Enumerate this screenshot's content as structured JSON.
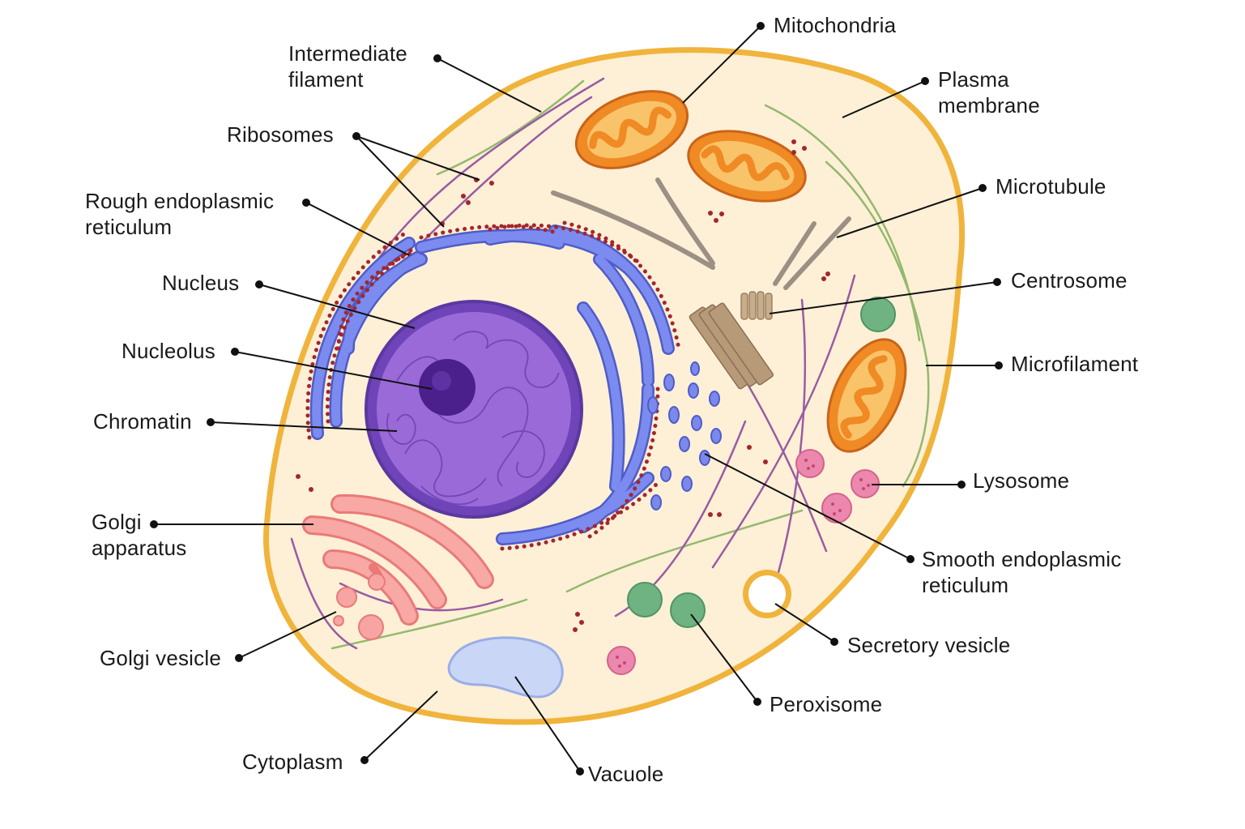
{
  "labels": {
    "intermediate_filament": "Intermediate\nfilament",
    "ribosomes": "Ribosomes",
    "rough_er": "Rough endoplasmic\nreticulum",
    "nucleus": "Nucleus",
    "nucleolus": "Nucleolus",
    "chromatin": "Chromatin",
    "golgi_apparatus": "Golgi\napparatus",
    "golgi_vesicle": "Golgi vesicle",
    "cytoplasm": "Cytoplasm",
    "vacuole": "Vacuole",
    "mitochondria": "Mitochondria",
    "plasma_membrane": "Plasma\nmembrane",
    "microtubule": "Microtubule",
    "centrosome": "Centrosome",
    "microfilament": "Microfilament",
    "lysosome": "Lysosome",
    "smooth_er": "Smooth endoplasmic\nreticulum",
    "secretory_vesicle": "Secretory vesicle",
    "peroxisome": "Peroxisome"
  },
  "colors": {
    "membrane": "#f0b43c",
    "cytoplasm": "#fdf0d6",
    "nucleus": "#8e5ad1",
    "nucleolus": "#4b1f8c",
    "er": "#6a78e2",
    "ribosome": "#a4262c",
    "mitochondria": "#f08a24",
    "golgi": "#f59a97",
    "peroxisome": "#6fb383",
    "lysosome": "#ea7fa6",
    "vacuole": "#c9d6f6",
    "microfilament": "#94b86e",
    "intermediate_filament": "#9a5ba3",
    "microtubule": "#9c8f84",
    "centrosome": "#a88b6b"
  }
}
